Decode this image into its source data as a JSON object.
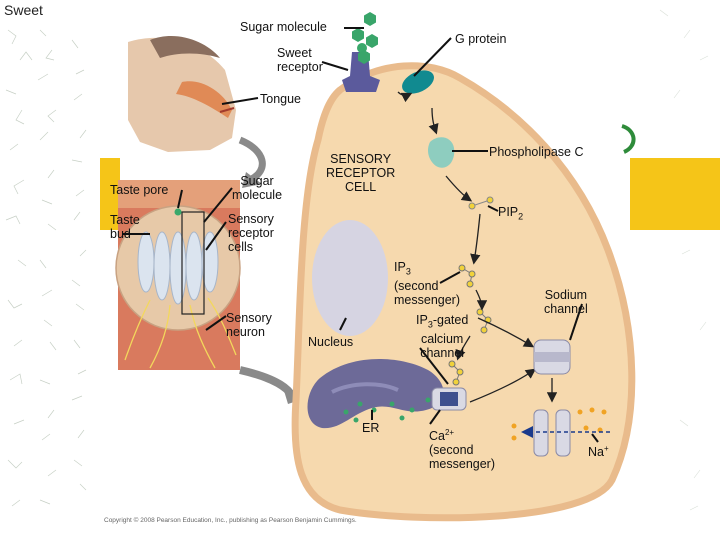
{
  "slide": {
    "title": "Sweet"
  },
  "labels": {
    "sugar_molecule_top": "Sugar molecule",
    "g_protein": "G protein",
    "sweet_receptor_line1": "Sweet",
    "sweet_receptor_line2": "receptor",
    "tongue": "Tongue",
    "phospholipase_c": "Phospholipase C",
    "sensory_receptor_cell": [
      "SENSORY",
      "RECEPTOR",
      "CELL"
    ],
    "taste_pore": "Taste pore",
    "taste_bud": [
      "Taste",
      "bud"
    ],
    "sugar_molecule_inset": [
      "Sugar",
      "molecule"
    ],
    "sensory_receptor_cells": [
      "Sensory",
      "receptor",
      "cells"
    ],
    "pip2": "PIP",
    "pip2_sub": "2",
    "ip3": [
      "IP",
      "3",
      "(second",
      "messenger)"
    ],
    "sodium_channel": [
      "Sodium",
      "channel"
    ],
    "sensory_neuron": [
      "Sensory",
      "neuron"
    ],
    "ip3_gated": [
      "IP",
      "3",
      "-gated",
      "calcium",
      "channel"
    ],
    "nucleus": "Nucleus",
    "er": "ER",
    "ca": [
      "Ca",
      "2+",
      "(second",
      "messenger)"
    ],
    "na": "Na",
    "na_sup": "+"
  },
  "copyright": "Copyright © 2008 Pearson Education, Inc., publishing as Pearson Benjamin Cummings.",
  "colors": {
    "accent_gold": "#f5c518",
    "cell_fill": "#f6d9ae",
    "cell_border": "#e8b98a",
    "nucleus": "#d6d4e2",
    "er": "#6d6a98",
    "receptor": "#5b5a9c",
    "g_protein": "#118a90",
    "pathway_green": "#39a56a"
  }
}
